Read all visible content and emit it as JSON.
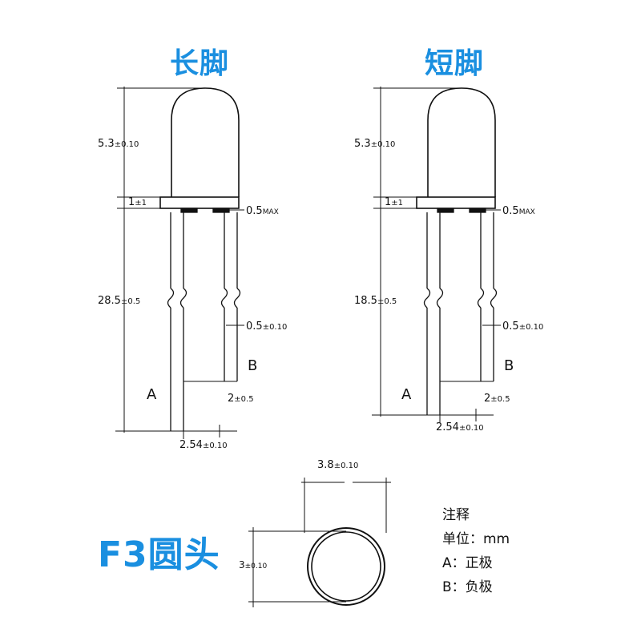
{
  "titles": {
    "long_leg": "长脚",
    "short_leg": "短脚",
    "head_type": "F3圆头"
  },
  "long_diagram": {
    "dome_height": {
      "main": "5.3",
      "tol": "±0.10"
    },
    "flange": {
      "main": "1",
      "tol": "±1"
    },
    "flange_max": {
      "main": "0.5",
      "tol": "MAX"
    },
    "lead_length": {
      "main": "28.5",
      "tol": "±0.5"
    },
    "lead_width": {
      "main": "0.5",
      "tol": "±0.10"
    },
    "lead_spacing": {
      "main": "2",
      "tol": "±0.5"
    },
    "pitch": {
      "main": "2.54",
      "tol": "±0.10"
    },
    "label_a": "A",
    "label_b": "B"
  },
  "short_diagram": {
    "dome_height": {
      "main": "5.3",
      "tol": "±0.10"
    },
    "flange": {
      "main": "1",
      "tol": "±1"
    },
    "flange_max": {
      "main": "0.5",
      "tol": "MAX"
    },
    "lead_length": {
      "main": "18.5",
      "tol": "±0.5"
    },
    "lead_width": {
      "main": "0.5",
      "tol": "±0.10"
    },
    "lead_spacing": {
      "main": "2",
      "tol": "±0.5"
    },
    "pitch": {
      "main": "2.54",
      "tol": "±0.10"
    },
    "label_a": "A",
    "label_b": "B"
  },
  "top_view": {
    "outer_diameter": {
      "main": "3.8",
      "tol": "±0.10"
    },
    "body_diameter": {
      "main": "3",
      "tol": "±0.10"
    }
  },
  "notes": {
    "heading": "注释",
    "unit": "单位：mm",
    "a": "A：正极",
    "b": "B：负极"
  },
  "colors": {
    "title": "#1a8fe0",
    "line": "#111111"
  }
}
